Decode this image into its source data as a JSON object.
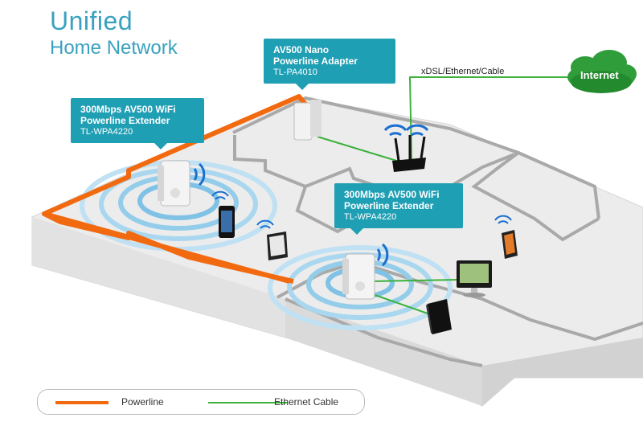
{
  "title": {
    "line1": "Unified",
    "line2": "Home Network"
  },
  "callouts": [
    {
      "title1": "300Mbps AV500 WiFi",
      "title2": "Powerline Extender",
      "model": "TL-WPA4220"
    },
    {
      "title1": "AV500 Nano",
      "title2": "Powerline Adapter",
      "model": "TL-PA4010"
    },
    {
      "title1": "300Mbps AV500 WiFi",
      "title2": "Powerline Extender",
      "model": "TL-WPA4220"
    }
  ],
  "isp_label": "xDSL/Ethernet/Cable",
  "cloud_label": "Internet",
  "legend": {
    "powerline_label": "Powerline",
    "ethernet_label": "Ethernet Cable",
    "powerline_color": "#f26a10",
    "ethernet_color": "#3cb13c"
  },
  "icons": [
    "wifi-extender-icon",
    "powerline-adapter-icon",
    "router-icon",
    "smartphone-icon",
    "tablet-icon",
    "desktop-monitor-icon",
    "nas-tower-icon",
    "android-phone-icon",
    "cloud-icon",
    "wifi-signal-icon"
  ]
}
